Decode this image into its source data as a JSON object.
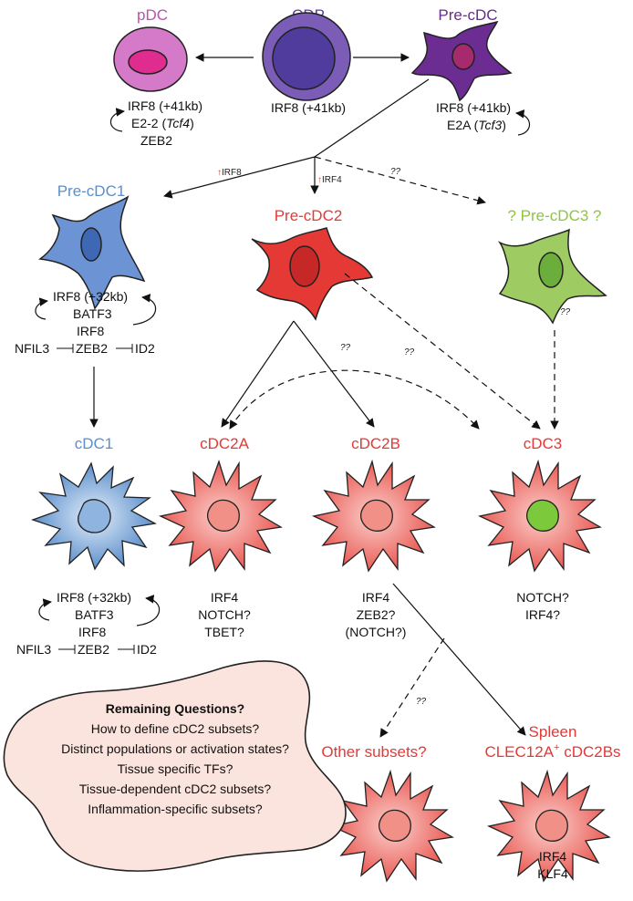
{
  "colors": {
    "pdc": "#c050b0",
    "cdp": "#5c3c9c",
    "precdc": "#6a2c8c",
    "cdc1": "#5b8fc9",
    "cdc2": "#e53935",
    "cdc3": "#8cc63f",
    "arrow_red": "#d9452f"
  },
  "cells": {
    "pdc": {
      "label": "pDC",
      "tf_lines": [
        "IRF8 (+41kb)",
        "E2-2 (",
        "ZEB2"
      ],
      "tf_italic": "Tcf4",
      "tf_close": ")"
    },
    "cdp": {
      "label": "CDP",
      "tf_lines": [
        "IRF8 (+41kb)"
      ]
    },
    "precdc": {
      "label": "Pre-cDC",
      "tf_lines": [
        "IRF8 (+41kb)",
        "E2A ("
      ],
      "tf_italic": "Tcf3",
      "tf_close": ")"
    },
    "precdc1": {
      "label": "Pre-cDC1",
      "tf_lines": [
        "IRF8 (+32kb)",
        "BATF3",
        "IRF8",
        "NFIL3",
        "ZEB2",
        "ID2"
      ]
    },
    "precdc2": {
      "label": "Pre-cDC2"
    },
    "precdc3": {
      "label": "? Pre-cDC3 ?"
    },
    "cdc1": {
      "label": "cDC1",
      "tf_lines": [
        "IRF8 (+32kb)",
        "BATF3",
        "IRF8",
        "NFIL3",
        "ZEB2",
        "ID2"
      ]
    },
    "cdc2a": {
      "label": "cDC2A",
      "tf_lines": [
        "IRF4",
        "NOTCH?",
        "TBET?"
      ]
    },
    "cdc2b": {
      "label": "cDC2B",
      "tf_lines": [
        "IRF4",
        "ZEB2?",
        "(NOTCH?)"
      ]
    },
    "cdc3": {
      "label": "cDC3",
      "tf_lines": [
        "NOTCH?",
        "IRF4?"
      ]
    },
    "other": {
      "label": "Other subsets?"
    },
    "spleen": {
      "label_line1": "Spleen",
      "label_line2": "CLEC12A",
      "label_sup": "+",
      "label_line2b": " cDC2Bs",
      "tf_lines": [
        "IRF4",
        "KLF4"
      ]
    }
  },
  "arrows": {
    "irf8_label": "IRF8",
    "irf4_label": "IRF4",
    "unknown": "??"
  },
  "questions": {
    "title": "Remaining Questions?",
    "items": [
      "How to define cDC2 subsets?",
      "Distinct populations or activation states?",
      "Tissue specific TFs?",
      "Tissue-dependent cDC2 subsets?",
      "Inflammation-specific subsets?"
    ]
  }
}
